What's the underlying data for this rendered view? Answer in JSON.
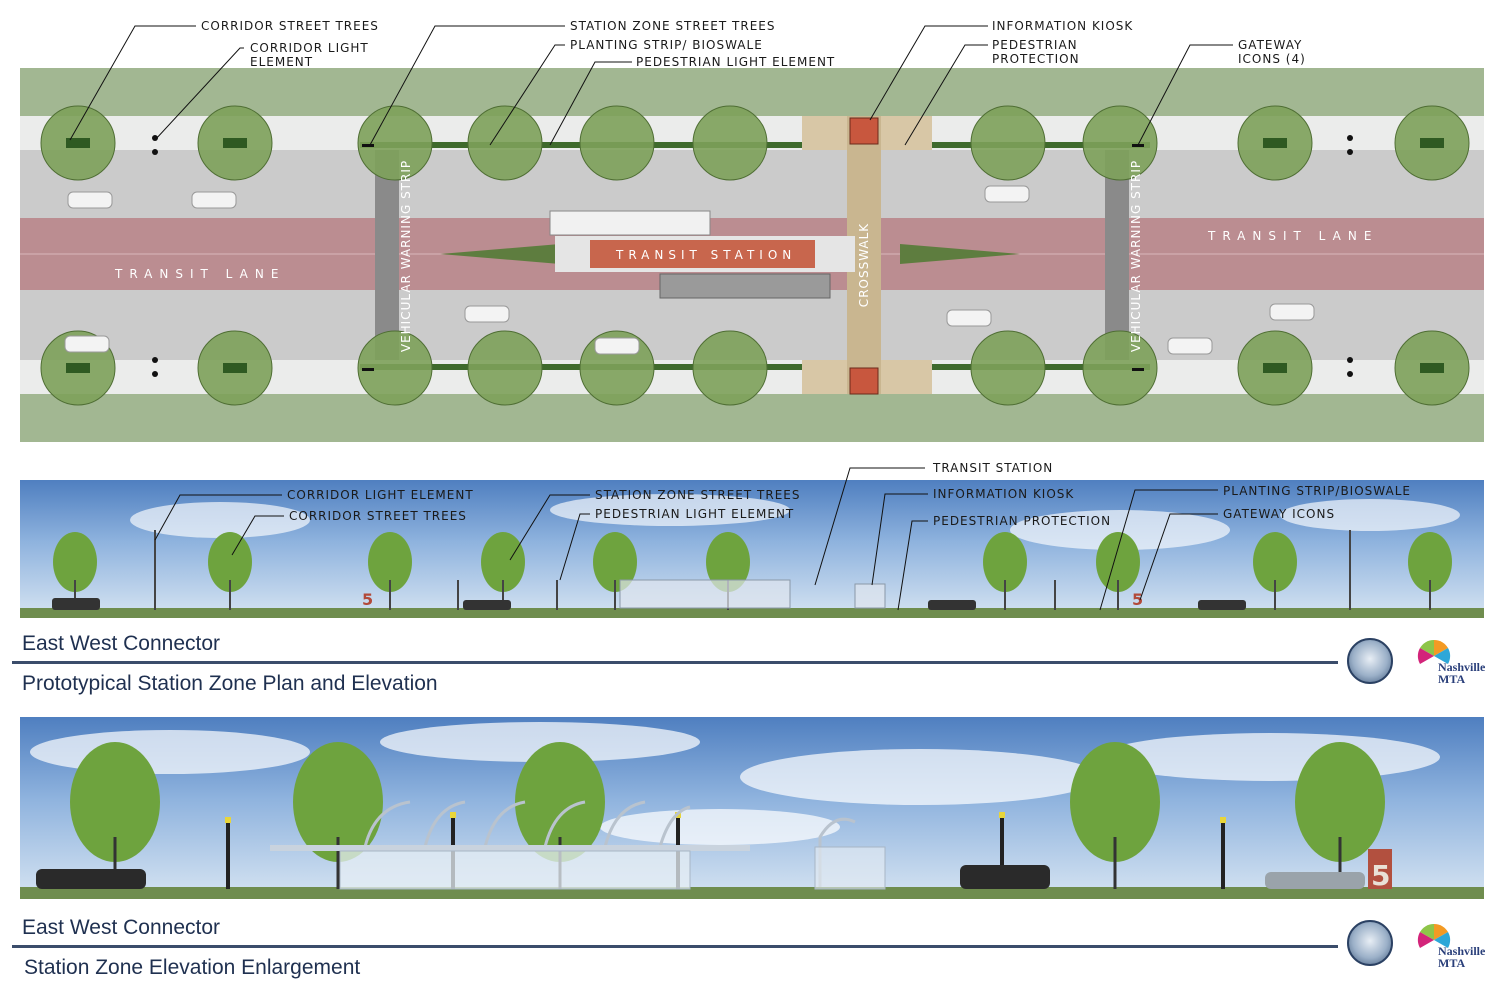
{
  "plan": {
    "labels": {
      "corridor_street_trees": "CORRIDOR STREET TREES",
      "corridor_light_element": "CORRIDOR LIGHT\nELEMENT",
      "station_zone_street_trees": "STATION ZONE STREET TREES",
      "planting_strip": "PLANTING STRIP/ BIOSWALE",
      "pedestrian_light_element": "PEDESTRIAN LIGHT ELEMENT",
      "information_kiosk": "INFORMATION KIOSK",
      "pedestrian_protection": "PEDESTRIAN\nPROTECTION",
      "gateway_icons": "GATEWAY\nICONS (4)",
      "transit_lane_left": "TRANSIT LANE",
      "transit_lane_right": "TRANSIT LANE",
      "transit_station": "TRANSIT STATION",
      "crosswalk": "CROSSWALK",
      "warning_strip_left": "VEHICULAR WARNING STRIP",
      "warning_strip_right": "VEHICULAR WARNING STRIP"
    },
    "colors": {
      "grass": "#9db38e",
      "sidewalk": "#e9eaea",
      "road": "#c9c9c9",
      "transit_lane": "#b98a8e",
      "tree": "#7fa35c",
      "station": "#c8664d"
    }
  },
  "elevation": {
    "labels": {
      "corridor_light_element": "CORRIDOR LIGHT ELEMENT",
      "corridor_street_trees": "CORRIDOR STREET TREES",
      "station_zone_street_trees": "STATION ZONE STREET TREES",
      "pedestrian_light_element": "PEDESTRIAN LIGHT ELEMENT",
      "transit_station": "TRANSIT STATION",
      "information_kiosk": "INFORMATION KIOSK",
      "pedestrian_protection": "PEDESTRIAN PROTECTION",
      "planting_strip": "PLANTING STRIP/BIOSWALE",
      "gateway_icons": "GATEWAY ICONS"
    },
    "gateway_number": "5"
  },
  "section1": {
    "title": "East West Connector",
    "subtitle": "Prototypical Station Zone Plan and Elevation"
  },
  "section2": {
    "title": "East West Connector",
    "subtitle": "Station Zone Elevation Enlargement"
  },
  "logo": {
    "line1": "Nashville",
    "line2": "MTA"
  }
}
